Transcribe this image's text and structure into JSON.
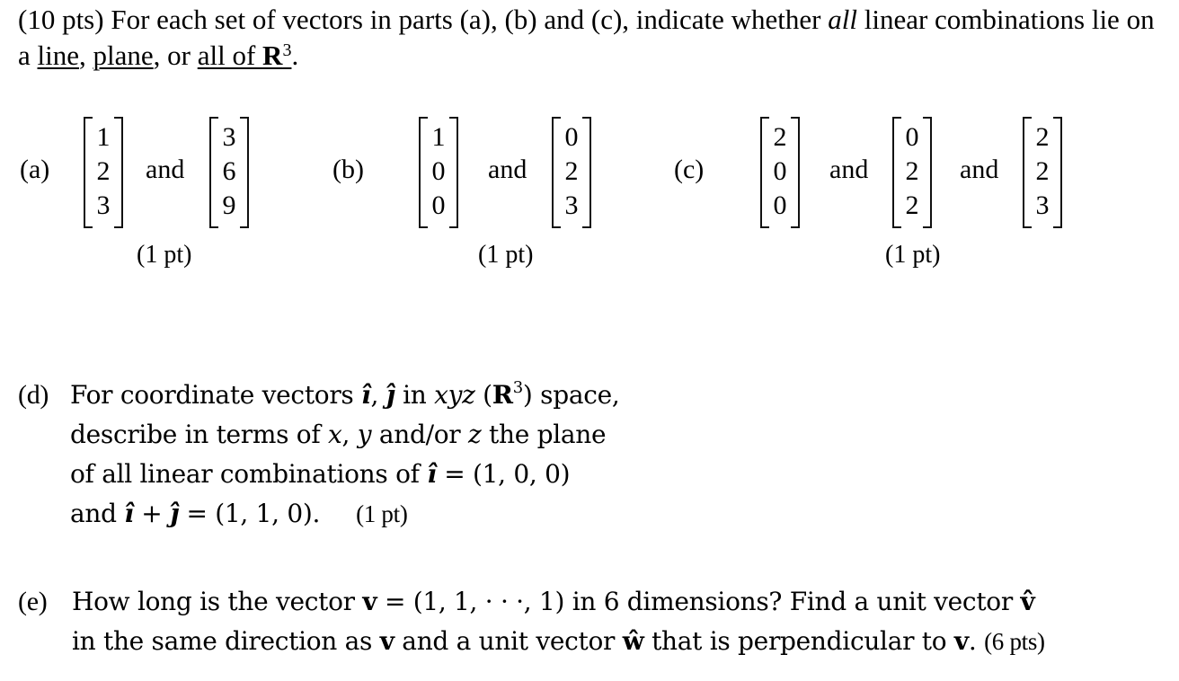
{
  "intro": {
    "points": "(10 pts)",
    "text_1": " For each set of vectors in parts (a), (b) and (c), indicate whether ",
    "emphasis": "all",
    "text_2": " linear combinations lie on a ",
    "opt_line": "line",
    "sep_1": ", ",
    "opt_plane": "plane",
    "sep_2": ", or ",
    "opt_all": "all of ",
    "opt_space": "R",
    "opt_space_exp": "3",
    "end": "."
  },
  "parts": {
    "a": {
      "label": "(a)",
      "vectors": [
        [
          "1",
          "2",
          "3"
        ],
        [
          "3",
          "6",
          "9"
        ]
      ],
      "connector": "and",
      "points": "(1 pt)"
    },
    "b": {
      "label": "(b)",
      "vectors": [
        [
          "1",
          "0",
          "0"
        ],
        [
          "0",
          "2",
          "3"
        ]
      ],
      "connector": "and",
      "points": "(1 pt)"
    },
    "c": {
      "label": "(c)",
      "vectors": [
        [
          "2",
          "0",
          "0"
        ],
        [
          "0",
          "2",
          "2"
        ],
        [
          "2",
          "2",
          "3"
        ]
      ],
      "connector": "and",
      "points": "(1 pt)"
    },
    "d": {
      "label": "(d)",
      "l1_a": "For coordinate vectors ",
      "i_hat": "î",
      "comma": ", ",
      "j_hat": "ĵ",
      "l1_b": " in ",
      "xyz": "xyz",
      "l1_c": " (",
      "R": "R",
      "exp": "3",
      "l1_d": ") space,",
      "l2_a": "describe in terms of ",
      "x": "x",
      "l2_b": ", ",
      "y": "y",
      "l2_c": " and/or ",
      "z": "z",
      "l2_d": " the plane",
      "l3_a": "of all linear combinations of ",
      "l3_b": " = (1, 0, 0)",
      "l4_a": "and ",
      "plus": " + ",
      "l4_b": " = (1, 1, 0).",
      "points": "(1 pt)"
    },
    "e": {
      "label": "(e)",
      "l1_a": "How long is the vector ",
      "v": "v",
      "l1_b": " = (1, 1, · · ·, 1) in 6 dimensions?  Find a unit vector ",
      "v_hat": "v̂",
      "l2_a": "in the same direction as ",
      "l2_b": " and a unit vector ",
      "w_hat": "ŵ",
      "l2_c": " that is perpendicular to ",
      "l2_d": ".",
      "points": "(6 pts)"
    }
  }
}
